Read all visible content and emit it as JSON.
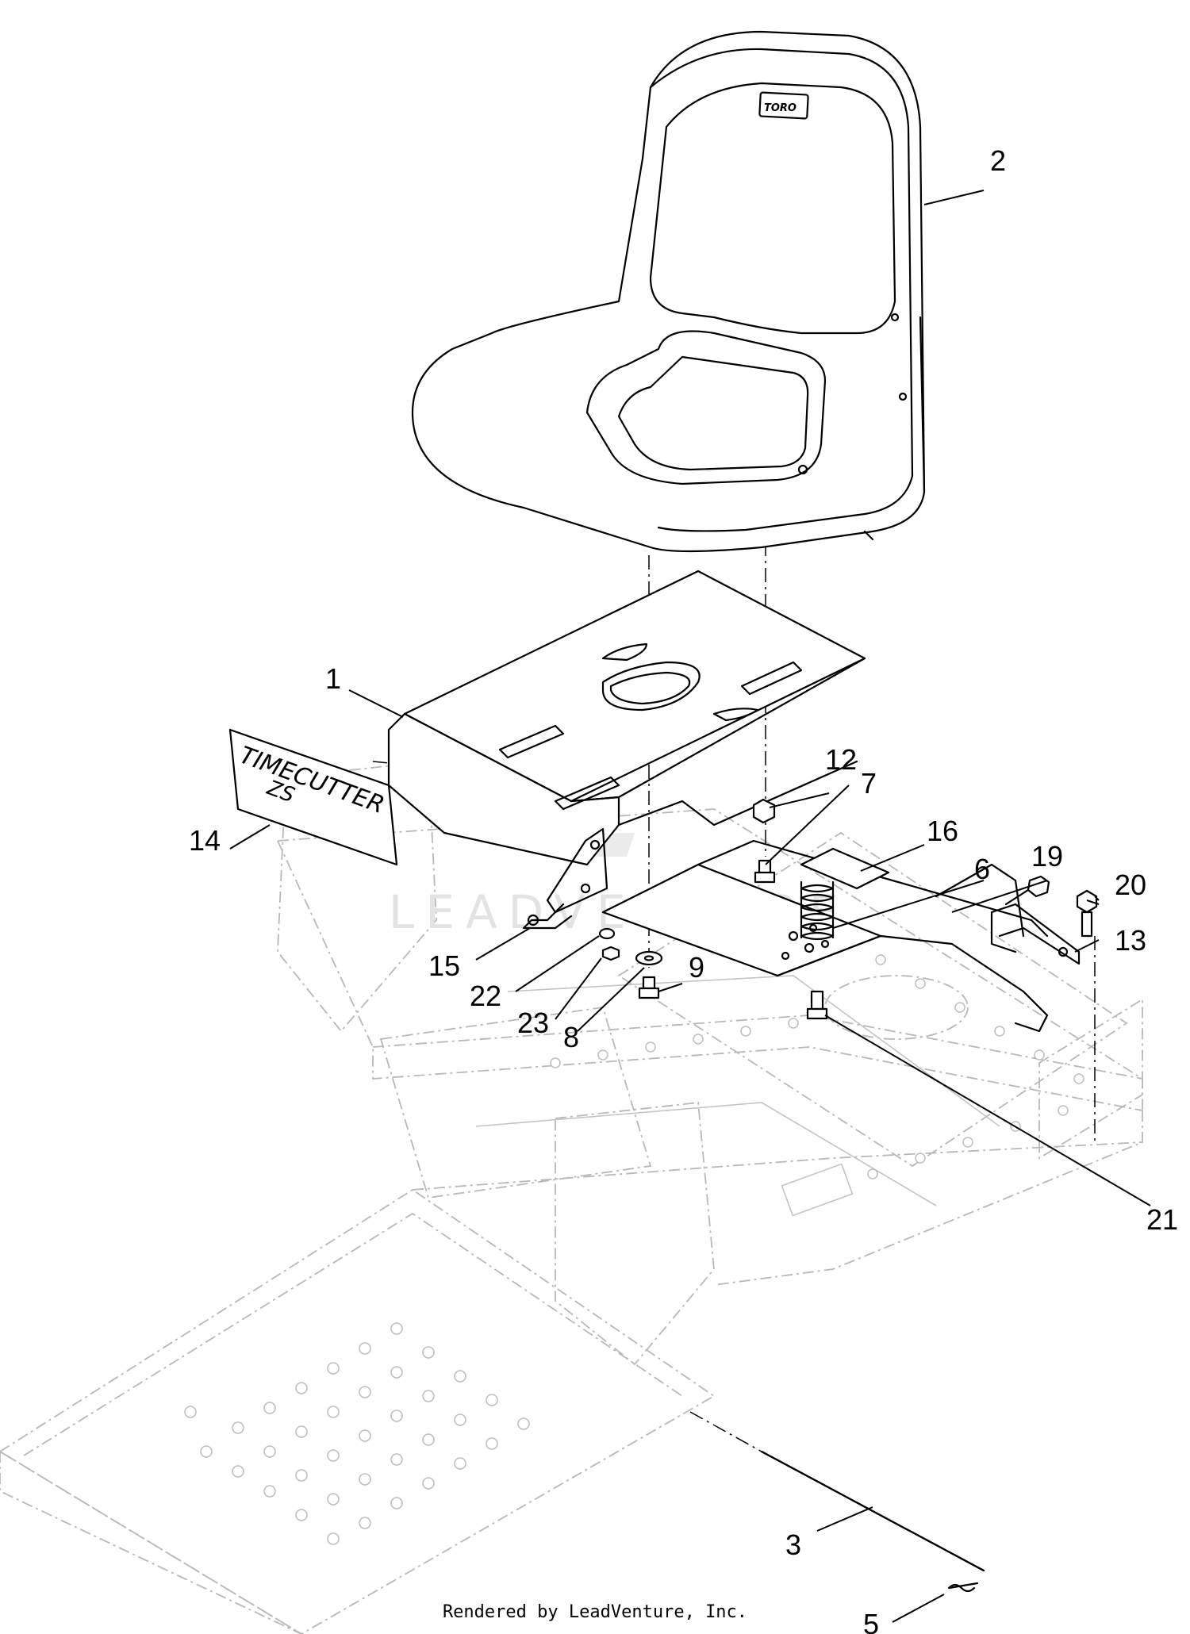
{
  "diagram": {
    "parts": [
      {
        "id": "seat-pan",
        "label": "1"
      },
      {
        "id": "seat",
        "label": "2"
      },
      {
        "id": "rod",
        "label": "3"
      },
      {
        "id": "cotter-pin",
        "label": "5"
      },
      {
        "id": "spring",
        "label": "6"
      },
      {
        "id": "nut-7",
        "label": "7"
      },
      {
        "id": "washer-8",
        "label": "8"
      },
      {
        "id": "bolt-9",
        "label": "9"
      },
      {
        "id": "bolt-12",
        "label": "12"
      },
      {
        "id": "bracket-13",
        "label": "13"
      },
      {
        "id": "decal",
        "label": "14"
      },
      {
        "id": "switch-15",
        "label": "15"
      },
      {
        "id": "plate-16",
        "label": "16"
      },
      {
        "id": "mount-plate-19",
        "label": "19"
      },
      {
        "id": "bolt-20",
        "label": "20"
      },
      {
        "id": "bolt-21",
        "label": "21"
      },
      {
        "id": "washer-22",
        "label": "22"
      },
      {
        "id": "nut-23",
        "label": "23"
      }
    ],
    "decal_line1": "TIMECUTTER",
    "decal_line2": "ZS",
    "seat_badge": "TORO",
    "watermark": "LEADVENTURE"
  },
  "footer": {
    "credit": "Rendered by LeadVenture, Inc."
  }
}
